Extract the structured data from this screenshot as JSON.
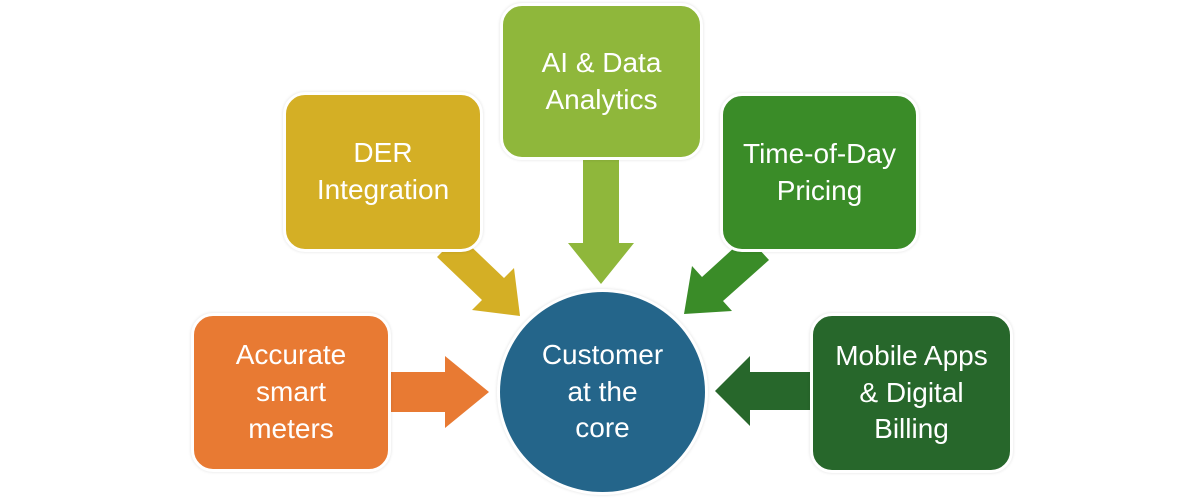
{
  "diagram": {
    "description": "Customer-centric utility strategy diagram: five capability blocks point to a central customer circle",
    "center_circle": {
      "label": "Customer\nat the\ncore",
      "color": "#24658A"
    },
    "nodes": [
      {
        "name": "accurate-smart-meters",
        "label": "Accurate\nsmart\nmeters",
        "color": "#E87A33",
        "arrow_direction": "right"
      },
      {
        "name": "der-integration",
        "label": "DER\nIntegration",
        "color": "#D4AF25",
        "arrow_direction": "down-right"
      },
      {
        "name": "ai-data-analytics",
        "label": "AI & Data\nAnalytics",
        "color": "#8FB73B",
        "arrow_direction": "down"
      },
      {
        "name": "time-of-day-pricing",
        "label": "Time-of-Day\nPricing",
        "color": "#3A8C28",
        "arrow_direction": "down-left"
      },
      {
        "name": "mobile-apps-digital-billing",
        "label": "Mobile Apps\n& Digital\nBilling",
        "color": "#27672B",
        "arrow_direction": "left"
      }
    ]
  }
}
